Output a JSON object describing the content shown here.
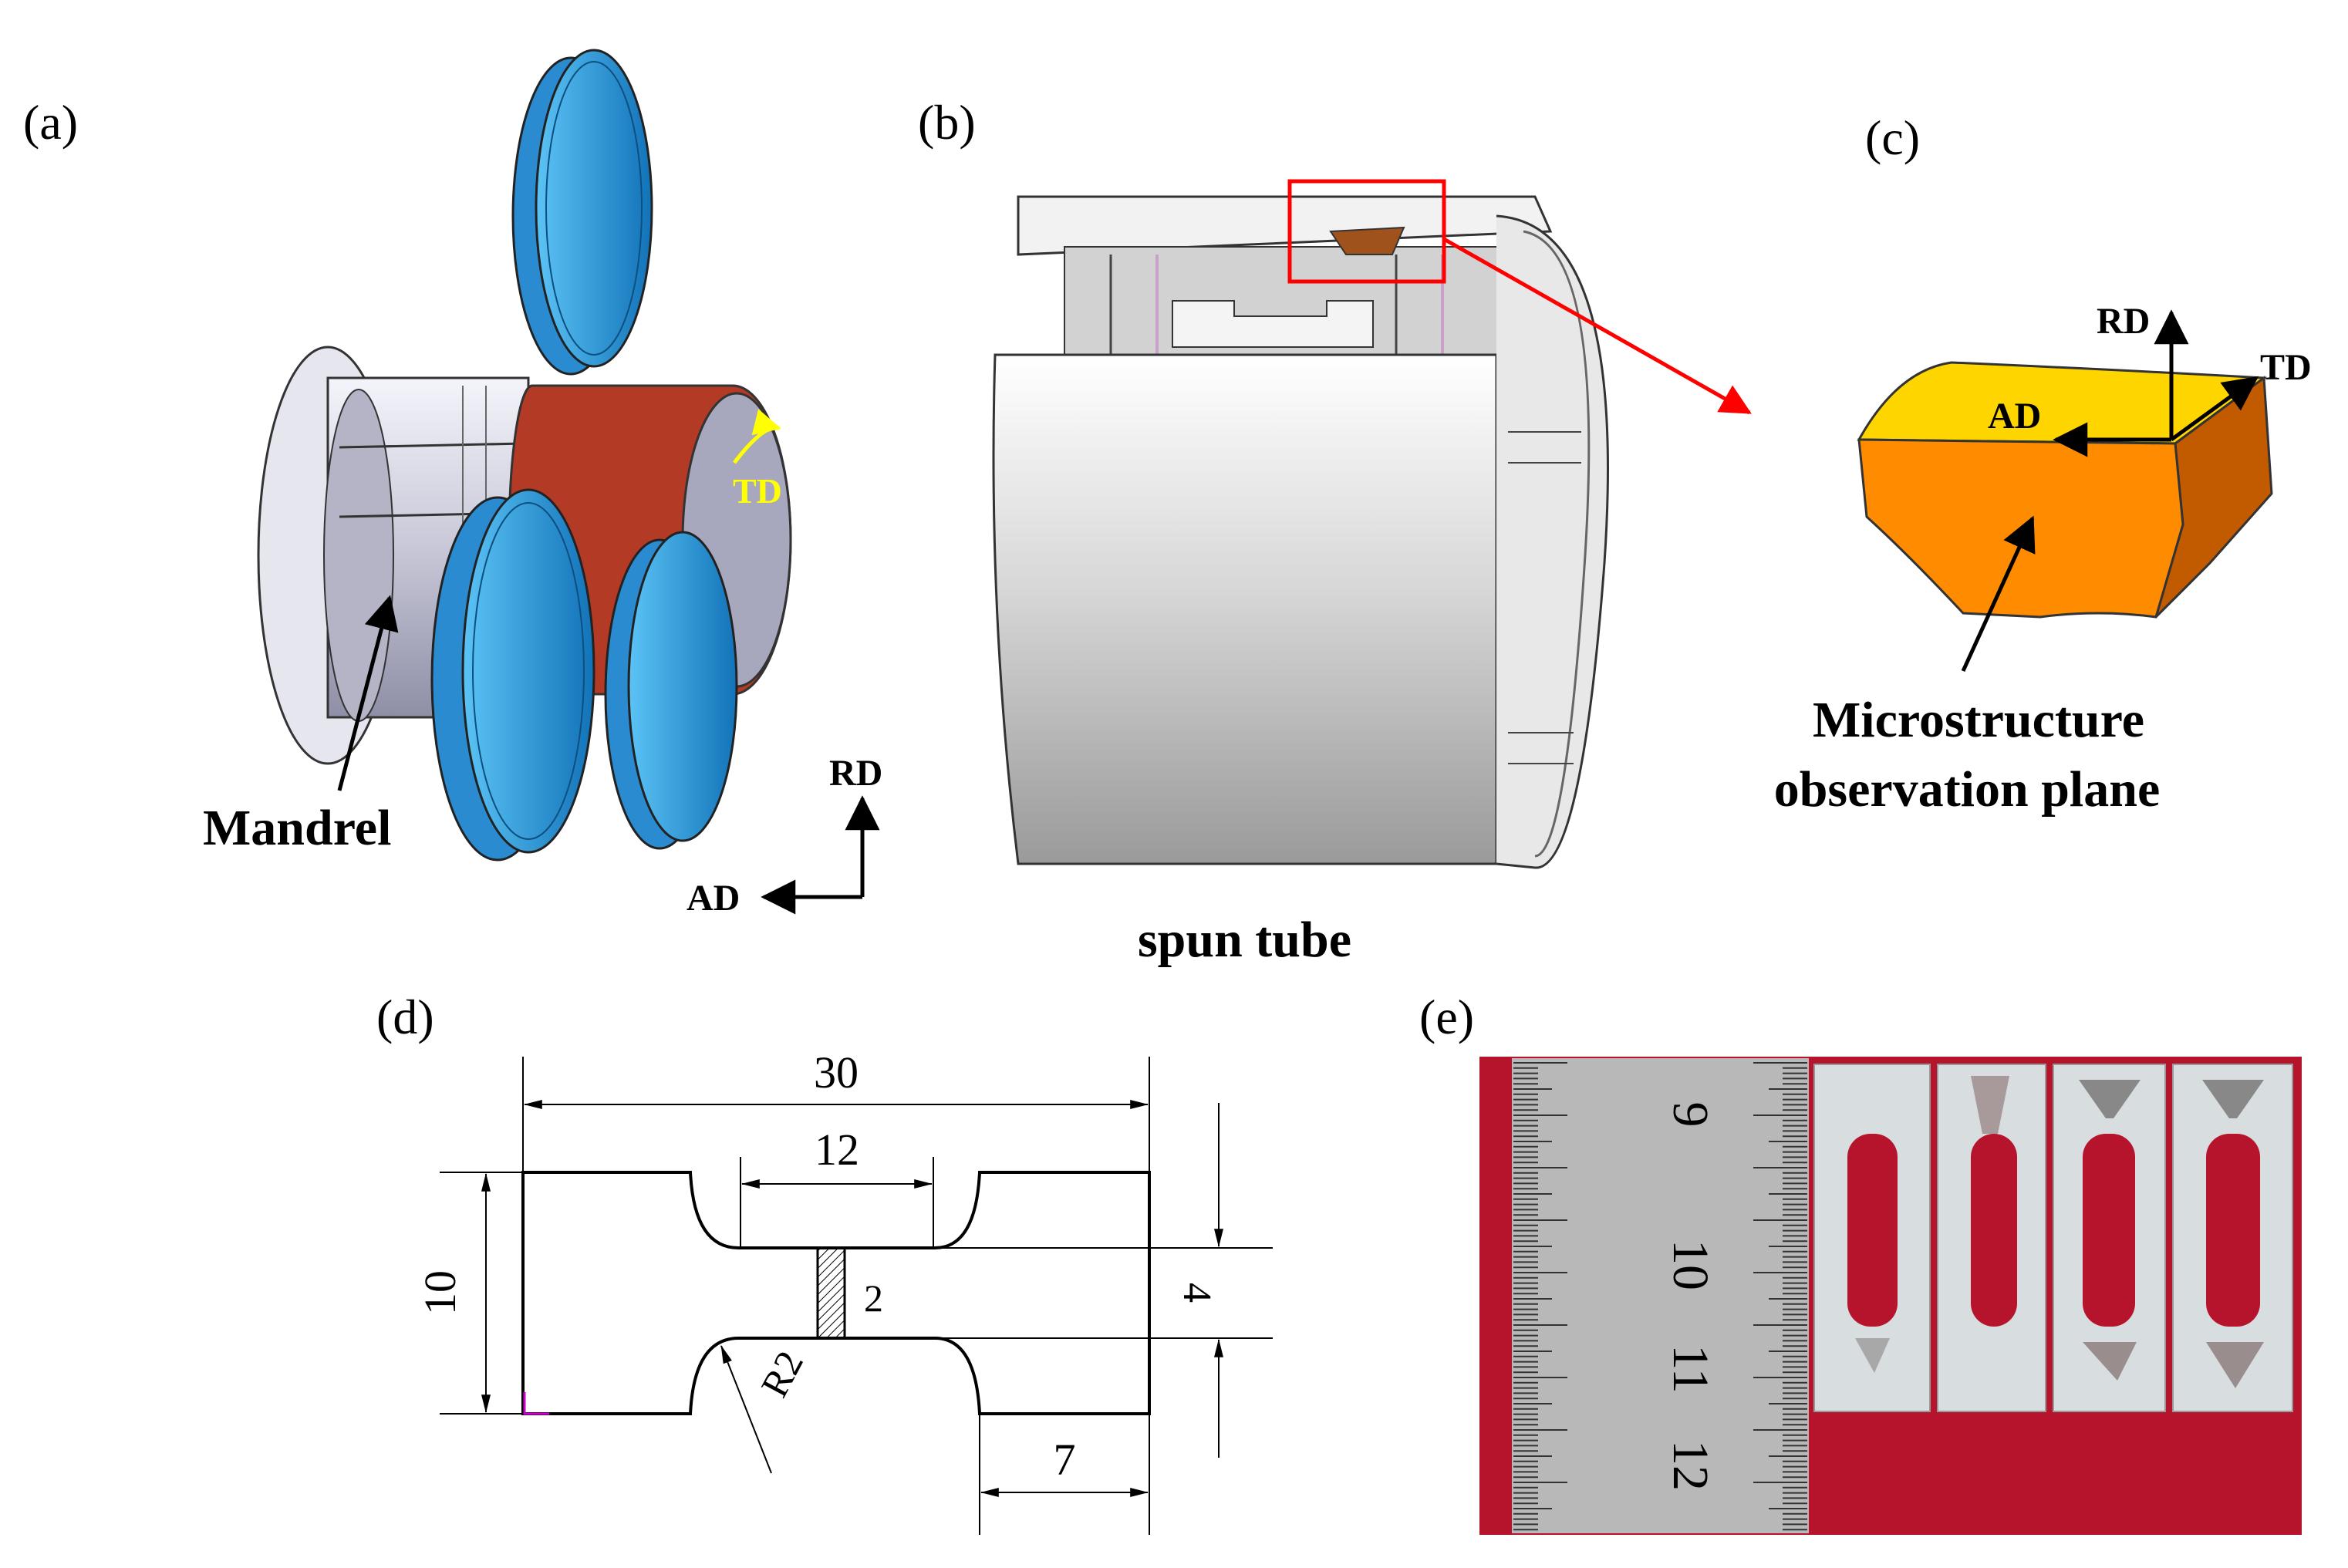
{
  "panels": {
    "a": {
      "label": "(a)",
      "mandrel_label": "Mandrel",
      "td_label": "TD",
      "axis_rd": "RD",
      "axis_ad": "AD",
      "colors": {
        "roller": "#2196d9",
        "tube": "#b33a24",
        "mandrel": "#e8e8f2",
        "td_arrow": "#ffff00"
      }
    },
    "b": {
      "label": "(b)",
      "caption": "spun tube",
      "colors": {
        "highlight_box": "#ff0000",
        "sample": "#a0521d"
      }
    },
    "c": {
      "label": "(c)",
      "axis_rd": "RD",
      "axis_td": "TD",
      "axis_ad": "AD",
      "caption_line1": "Microstructure",
      "caption_line2": "observation plane",
      "colors": {
        "top_face": "#ffd500",
        "front_face": "#ff8c00",
        "side_face": "#c25a00"
      }
    },
    "d": {
      "label": "(d)",
      "dim_total_length": "30",
      "dim_gauge_length": "12",
      "dim_height": "10",
      "dim_gauge_width": "4",
      "dim_thickness": "2",
      "dim_radius": "R2",
      "dim_grip_length": "7"
    },
    "e": {
      "label": "(e)",
      "ruler_numbers": [
        "9",
        "10",
        "11",
        "12"
      ],
      "colors": {
        "background": "#b5142c",
        "ruler": "#b8b8b8",
        "specimen": "#d8dde0"
      }
    }
  }
}
